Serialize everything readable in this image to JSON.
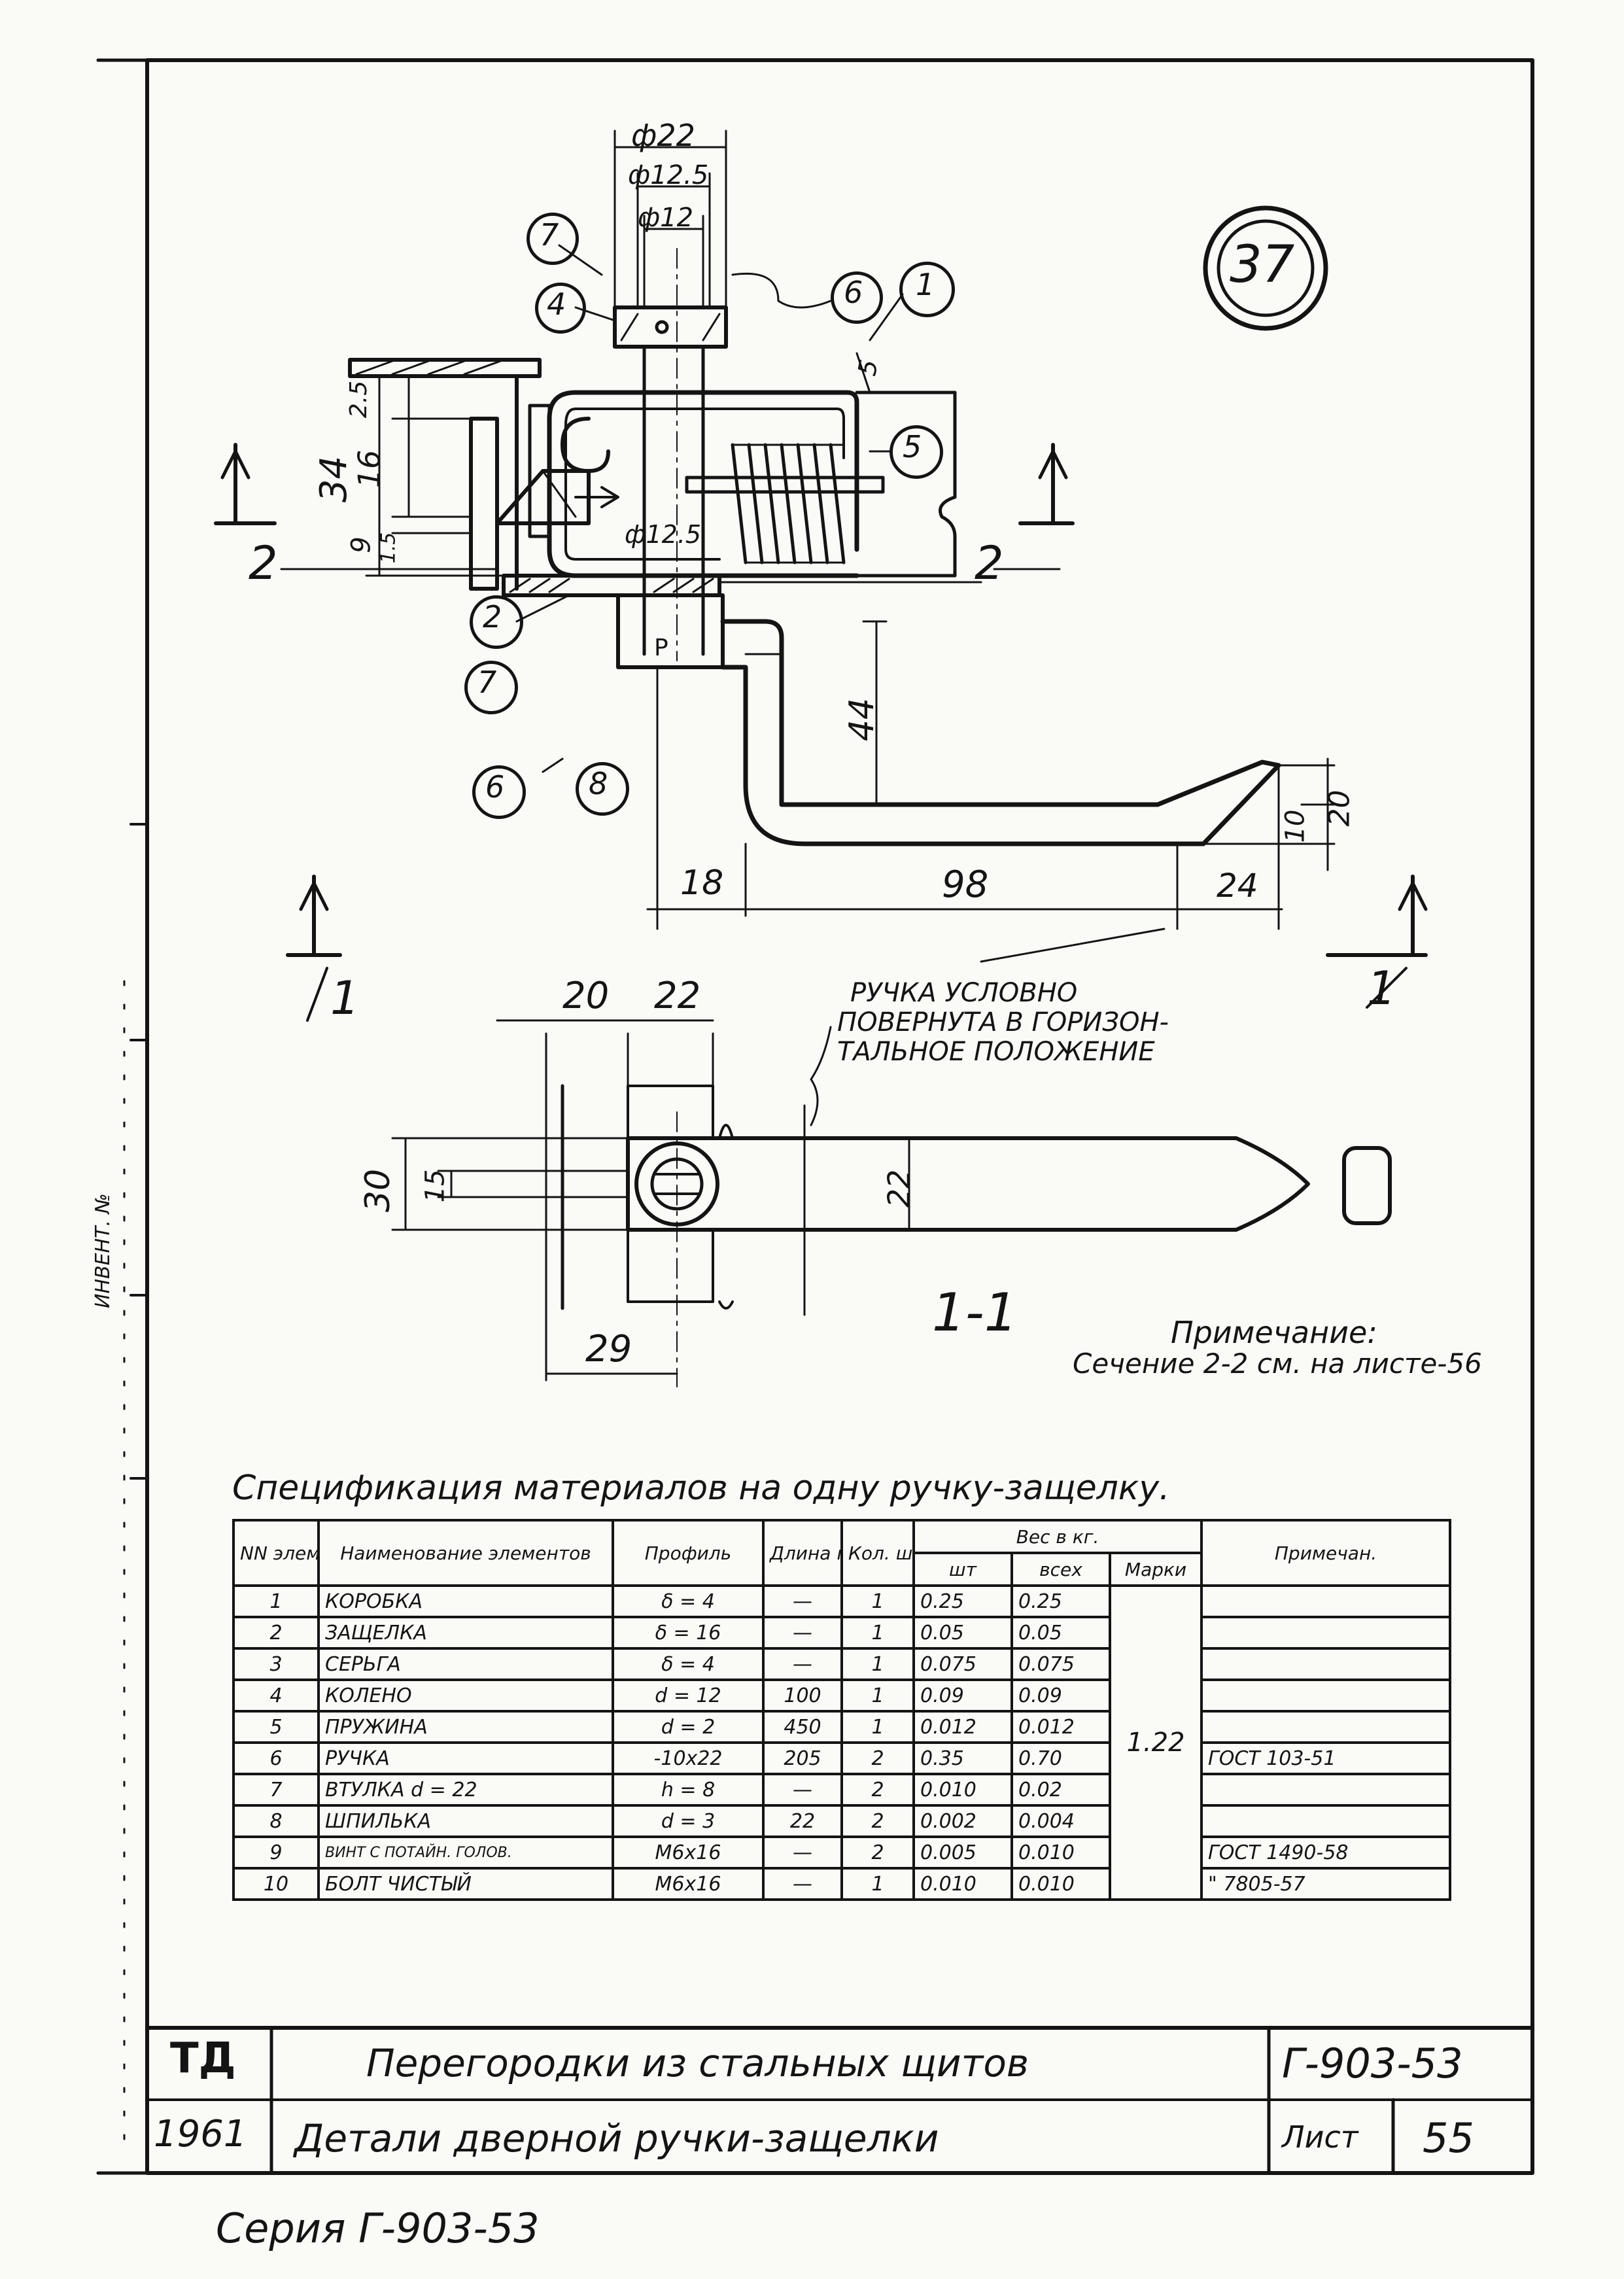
{
  "detail_no": "37",
  "dims": {
    "d22": "ф22",
    "d12_5_top": "ф12.5",
    "d12": "ф12",
    "d12_5_mid": "ф12.5",
    "h5": "5",
    "h34": "34",
    "h16": "16",
    "h2_5": "2.5",
    "h9": "9",
    "h1_5": "1.5",
    "h44": "44",
    "h20": "20",
    "h10": "10",
    "w18": "18",
    "w98": "98",
    "w24": "24",
    "w20": "20",
    "w22": "22",
    "h30": "30",
    "h15": "15",
    "hh22": "22",
    "w29": "29",
    "p": "P"
  },
  "callouts": [
    "7",
    "4",
    "6",
    "1",
    "5",
    "2",
    "7",
    "6",
    "8"
  ],
  "section_marks": {
    "s2_left": "2",
    "s2_right": "2",
    "s1_left": "1",
    "s1_right": "1",
    "section_label": "1-1"
  },
  "note_rotated": [
    "РУЧКА УСЛОВНО",
    "ПОВЕРНУТА В ГОРИЗОН-",
    "ТАЛЬНОЕ ПОЛОЖЕНИЕ"
  ],
  "note": {
    "title": "Примечание:",
    "text": "Сечение 2-2 см. на листе-56"
  },
  "spec_title": "Спецификация материалов на одну ручку-защелку.",
  "table": {
    "headers": {
      "no": "NN элем.",
      "name": "Наименование элементов",
      "profile": "Профиль",
      "length": "Длина мм",
      "qty": "Кол. шт.",
      "weight": "Вес в кг.",
      "pcs": "шт",
      "total": "всех",
      "mark": "Марки",
      "remarks": "Примечан."
    },
    "rows": [
      {
        "no": "1",
        "name": "КОРОБКА",
        "profile": "δ = 4",
        "length": "—",
        "qty": "1",
        "pcs": "0.25",
        "total": "0.25",
        "remarks": ""
      },
      {
        "no": "2",
        "name": "ЗАЩЕЛКА",
        "profile": "δ = 16",
        "length": "—",
        "qty": "1",
        "pcs": "0.05",
        "total": "0.05",
        "remarks": ""
      },
      {
        "no": "3",
        "name": "СЕРЬГА",
        "profile": "δ = 4",
        "length": "—",
        "qty": "1",
        "pcs": "0.075",
        "total": "0.075",
        "remarks": ""
      },
      {
        "no": "4",
        "name": "КОЛЕНО",
        "profile": "d = 12",
        "length": "100",
        "qty": "1",
        "pcs": "0.09",
        "total": "0.09",
        "remarks": ""
      },
      {
        "no": "5",
        "name": "ПРУЖИНА",
        "profile": "d = 2",
        "length": "450",
        "qty": "1",
        "pcs": "0.012",
        "total": "0.012",
        "remarks": ""
      },
      {
        "no": "6",
        "name": "РУЧКА",
        "profile": "-10x22",
        "length": "205",
        "qty": "2",
        "pcs": "0.35",
        "total": "0.70",
        "remarks": "ГОСТ 103-51"
      },
      {
        "no": "7",
        "name": "ВТУЛКА d = 22",
        "profile": "h = 8",
        "length": "—",
        "qty": "2",
        "pcs": "0.010",
        "total": "0.02",
        "remarks": ""
      },
      {
        "no": "8",
        "name": "ШПИЛЬКА",
        "profile": "d = 3",
        "length": "22",
        "qty": "2",
        "pcs": "0.002",
        "total": "0.004",
        "remarks": ""
      },
      {
        "no": "9",
        "name": "ВИНТ С ПОТАЙН. ГОЛОВ.",
        "profile": "M6x16",
        "length": "—",
        "qty": "2",
        "pcs": "0.005",
        "total": "0.010",
        "remarks": "ГОСТ 1490-58"
      },
      {
        "no": "10",
        "name": "БОЛТ ЧИСТЫЙ",
        "profile": "M6x16",
        "length": "—",
        "qty": "1",
        "pcs": "0.010",
        "total": "0.010",
        "remarks": "\" 7805-57"
      }
    ],
    "mark_total": "1.22"
  },
  "title_block": {
    "logo": "ТД",
    "year": "1961",
    "title1": "Перегородки из стальных щитов",
    "title2": "Детали дверной ручки-защелки",
    "code": "Г-903-53",
    "sheet_label": "Лист",
    "sheet_no": "55"
  },
  "series": "Серия Г-903-53",
  "margin_text": "ИНВЕНТ. №"
}
